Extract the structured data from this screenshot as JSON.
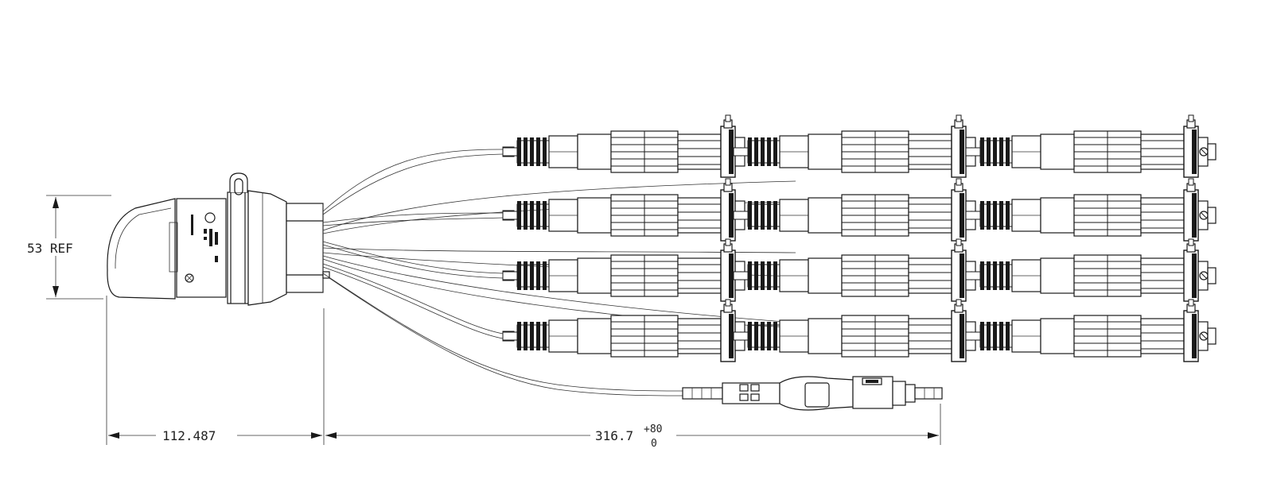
{
  "dimensions": {
    "height_ref": "53 REF",
    "left_length": "112.487",
    "right_length": "316.7",
    "tolerance_plus": "+80",
    "tolerance_minus": "0"
  },
  "connector_rows": 4,
  "connectors_per_row": 3,
  "colors": {
    "line": "#1a1a1a",
    "background": "#ffffff"
  }
}
